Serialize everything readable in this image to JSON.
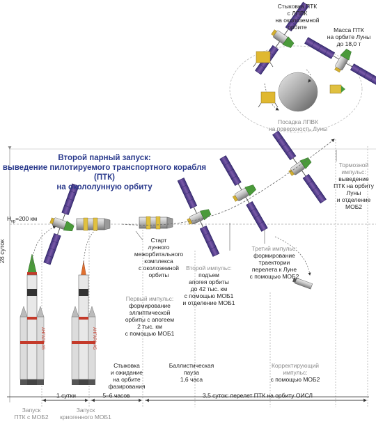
{
  "title": {
    "line1": "Второй парный запуск:",
    "line2": "выведение пилотируемого транспортного корабля (ПТК)",
    "line3": "на окололунную орбиту"
  },
  "side_axis": {
    "duration": "28 суток"
  },
  "orbit_height": {
    "label": "H",
    "sub": "кр",
    "value": "=200 км"
  },
  "top_labels": {
    "docking_leo": [
      "Стыковка ПТК",
      "с ЛПВК",
      "на околоземной",
      "орбите"
    ],
    "mass_ptk": [
      "Масса ПТК",
      "на орбите Луны",
      "до 18,0 т"
    ],
    "landing": [
      "Посадка ЛПВК",
      "на поверхность Луны"
    ],
    "brake": [
      "Тормозной",
      "импульс:",
      "выведение",
      "ПТК на орбиту",
      "Луны",
      "и отделение",
      "МОБ2"
    ]
  },
  "mid_labels": {
    "start": [
      "Старт",
      "лунного",
      "межорбитального",
      "комплекса",
      "с околоземной",
      "орбиты"
    ],
    "third": [
      "Третий импульс:",
      "формирование",
      "траектории",
      "перелета к Луне",
      "с помощью МОБ2"
    ],
    "second": [
      "Второй импульс:",
      "подъем",
      "апогея орбиты",
      "до 42 тыс. км",
      "с помощью МОБ1",
      "и отделение МОБ1"
    ],
    "first": [
      "Первый импульс:",
      "формирование",
      "эллиптической",
      "орбиты с апогеем",
      "2 тыс. км",
      "с помощью МОБ1"
    ],
    "docking_wait": [
      "Стыковка",
      "и ожидание",
      "на орбите",
      "фазирования"
    ],
    "ballistic": [
      "Баллистическая",
      "пауза",
      "1,6 часа"
    ],
    "correction": [
      "Корректирующий",
      "импульс:",
      "с помощью МОБ2"
    ]
  },
  "bottom": {
    "launch1": [
      "Запуск",
      "ПТК с МОБ2"
    ],
    "launch2": [
      "Запуск",
      "криогенного МОБ1"
    ],
    "day1": "1 сутки",
    "hours": "5–6 часов",
    "flight": "3,5 суток: перелет ПТК на орбиту ОИСЛ"
  },
  "rocket_text": "АНГАРА-А5",
  "colors": {
    "title": "#2a3a8c",
    "gray_text": "#8a8a8a",
    "solar_panel": "#5a3f8c",
    "ptk_green": "#4a9a3a",
    "rocket_orange": "#e07030",
    "rocket_stripe": "#c43a2a",
    "moon": "#9a9a9a"
  }
}
